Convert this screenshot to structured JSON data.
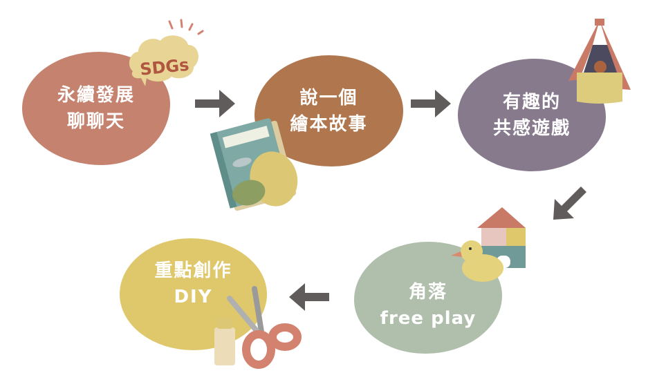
{
  "steps": [
    {
      "line1": "永續發展",
      "line2": "聊聊天",
      "color": "#c4826f"
    },
    {
      "line1": "說一個",
      "line2": "繪本故事",
      "color": "#b0774f"
    },
    {
      "line1": "有趣的",
      "line2": "共感遊戲",
      "color": "#877a8d"
    },
    {
      "line1": "角落",
      "line2": "free play",
      "color": "#afbfac"
    },
    {
      "line1": "重點創作",
      "line2": "DIY",
      "color": "#dfc86c"
    }
  ],
  "sdgs_badge": "SDGs",
  "arrow_color": "#615c5c"
}
